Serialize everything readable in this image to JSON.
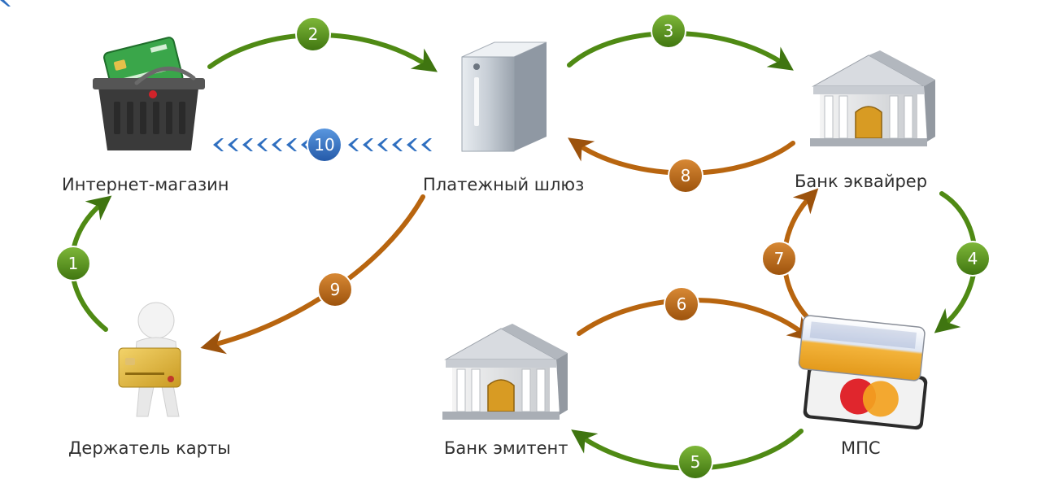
{
  "nodes": {
    "shop": {
      "label": "Интернет-магазин",
      "icon": "shopping-basket-with-card-icon"
    },
    "gateway": {
      "label": "Платежный шлюз",
      "icon": "server-icon"
    },
    "acquirer": {
      "label": "Банк эквайрер",
      "icon": "bank-building-icon"
    },
    "cardholder": {
      "label": "Держатель карты",
      "icon": "person-holding-card-icon"
    },
    "issuer": {
      "label": "Банк эмитент",
      "icon": "bank-building-icon"
    },
    "mps": {
      "label": "МПС",
      "icon": "payment-cards-icon"
    }
  },
  "steps": [
    {
      "n": "1",
      "from": "cardholder",
      "to": "shop",
      "color": "#4f8a14"
    },
    {
      "n": "2",
      "from": "shop",
      "to": "gateway",
      "color": "#4f8a14"
    },
    {
      "n": "3",
      "from": "gateway",
      "to": "acquirer",
      "color": "#4f8a14"
    },
    {
      "n": "4",
      "from": "acquirer",
      "to": "mps",
      "color": "#4f8a14"
    },
    {
      "n": "5",
      "from": "mps",
      "to": "issuer",
      "color": "#4f8a14"
    },
    {
      "n": "6",
      "from": "issuer",
      "to": "mps",
      "color": "#b8650f"
    },
    {
      "n": "7",
      "from": "mps",
      "to": "acquirer",
      "color": "#b8650f"
    },
    {
      "n": "8",
      "from": "acquirer",
      "to": "gateway",
      "color": "#b8650f"
    },
    {
      "n": "9",
      "from": "gateway",
      "to": "cardholder",
      "color": "#b8650f"
    },
    {
      "n": "10",
      "from": "gateway",
      "to": "shop",
      "color": "#2f6fc0"
    }
  ],
  "colors": {
    "request_arrow": "#4f8a14",
    "response_arrow": "#b8650f",
    "notification_arrow": "#2f6fc0"
  }
}
